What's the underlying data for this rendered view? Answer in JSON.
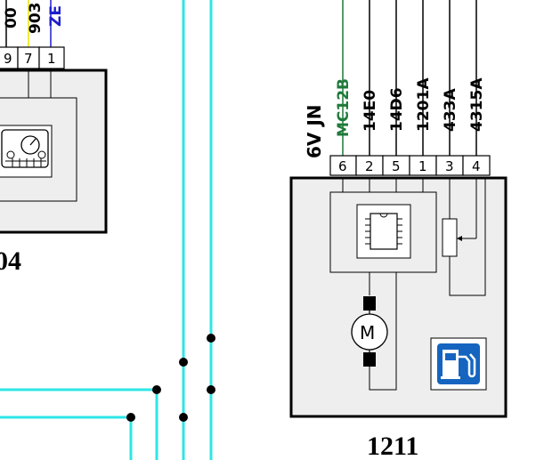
{
  "colors": {
    "cyan_wire": "#2ee6e6",
    "green_wire": "#1f7a3a",
    "yellow_wire": "#e6e600",
    "blue_wire": "#1d1dcc",
    "box_fill": "#eeeeee",
    "fuel_icon_blue": "#1565c0"
  },
  "left_component": {
    "id_label": "04",
    "wire_labels": [
      {
        "text": "903",
        "color": "yellow"
      },
      {
        "text": "ZE",
        "color": "blue"
      }
    ],
    "pins": [
      "9",
      "7",
      "1"
    ],
    "icon": "gauge-icon"
  },
  "right_component": {
    "id_label": "1211",
    "connector_label": "6V JN",
    "wire_labels": [
      {
        "text": "MC12B",
        "color": "green"
      },
      {
        "text": "14E0",
        "color": "black"
      },
      {
        "text": "14D6",
        "color": "black"
      },
      {
        "text": "1201A",
        "color": "black"
      },
      {
        "text": "433A",
        "color": "black"
      },
      {
        "text": "4315A",
        "color": "black"
      }
    ],
    "pins": [
      "6",
      "2",
      "5",
      "1",
      "3",
      "4"
    ],
    "motor_label": "M",
    "icons": [
      "chip-icon",
      "potentiometer-icon",
      "motor-icon",
      "fuel-pump-icon"
    ]
  }
}
